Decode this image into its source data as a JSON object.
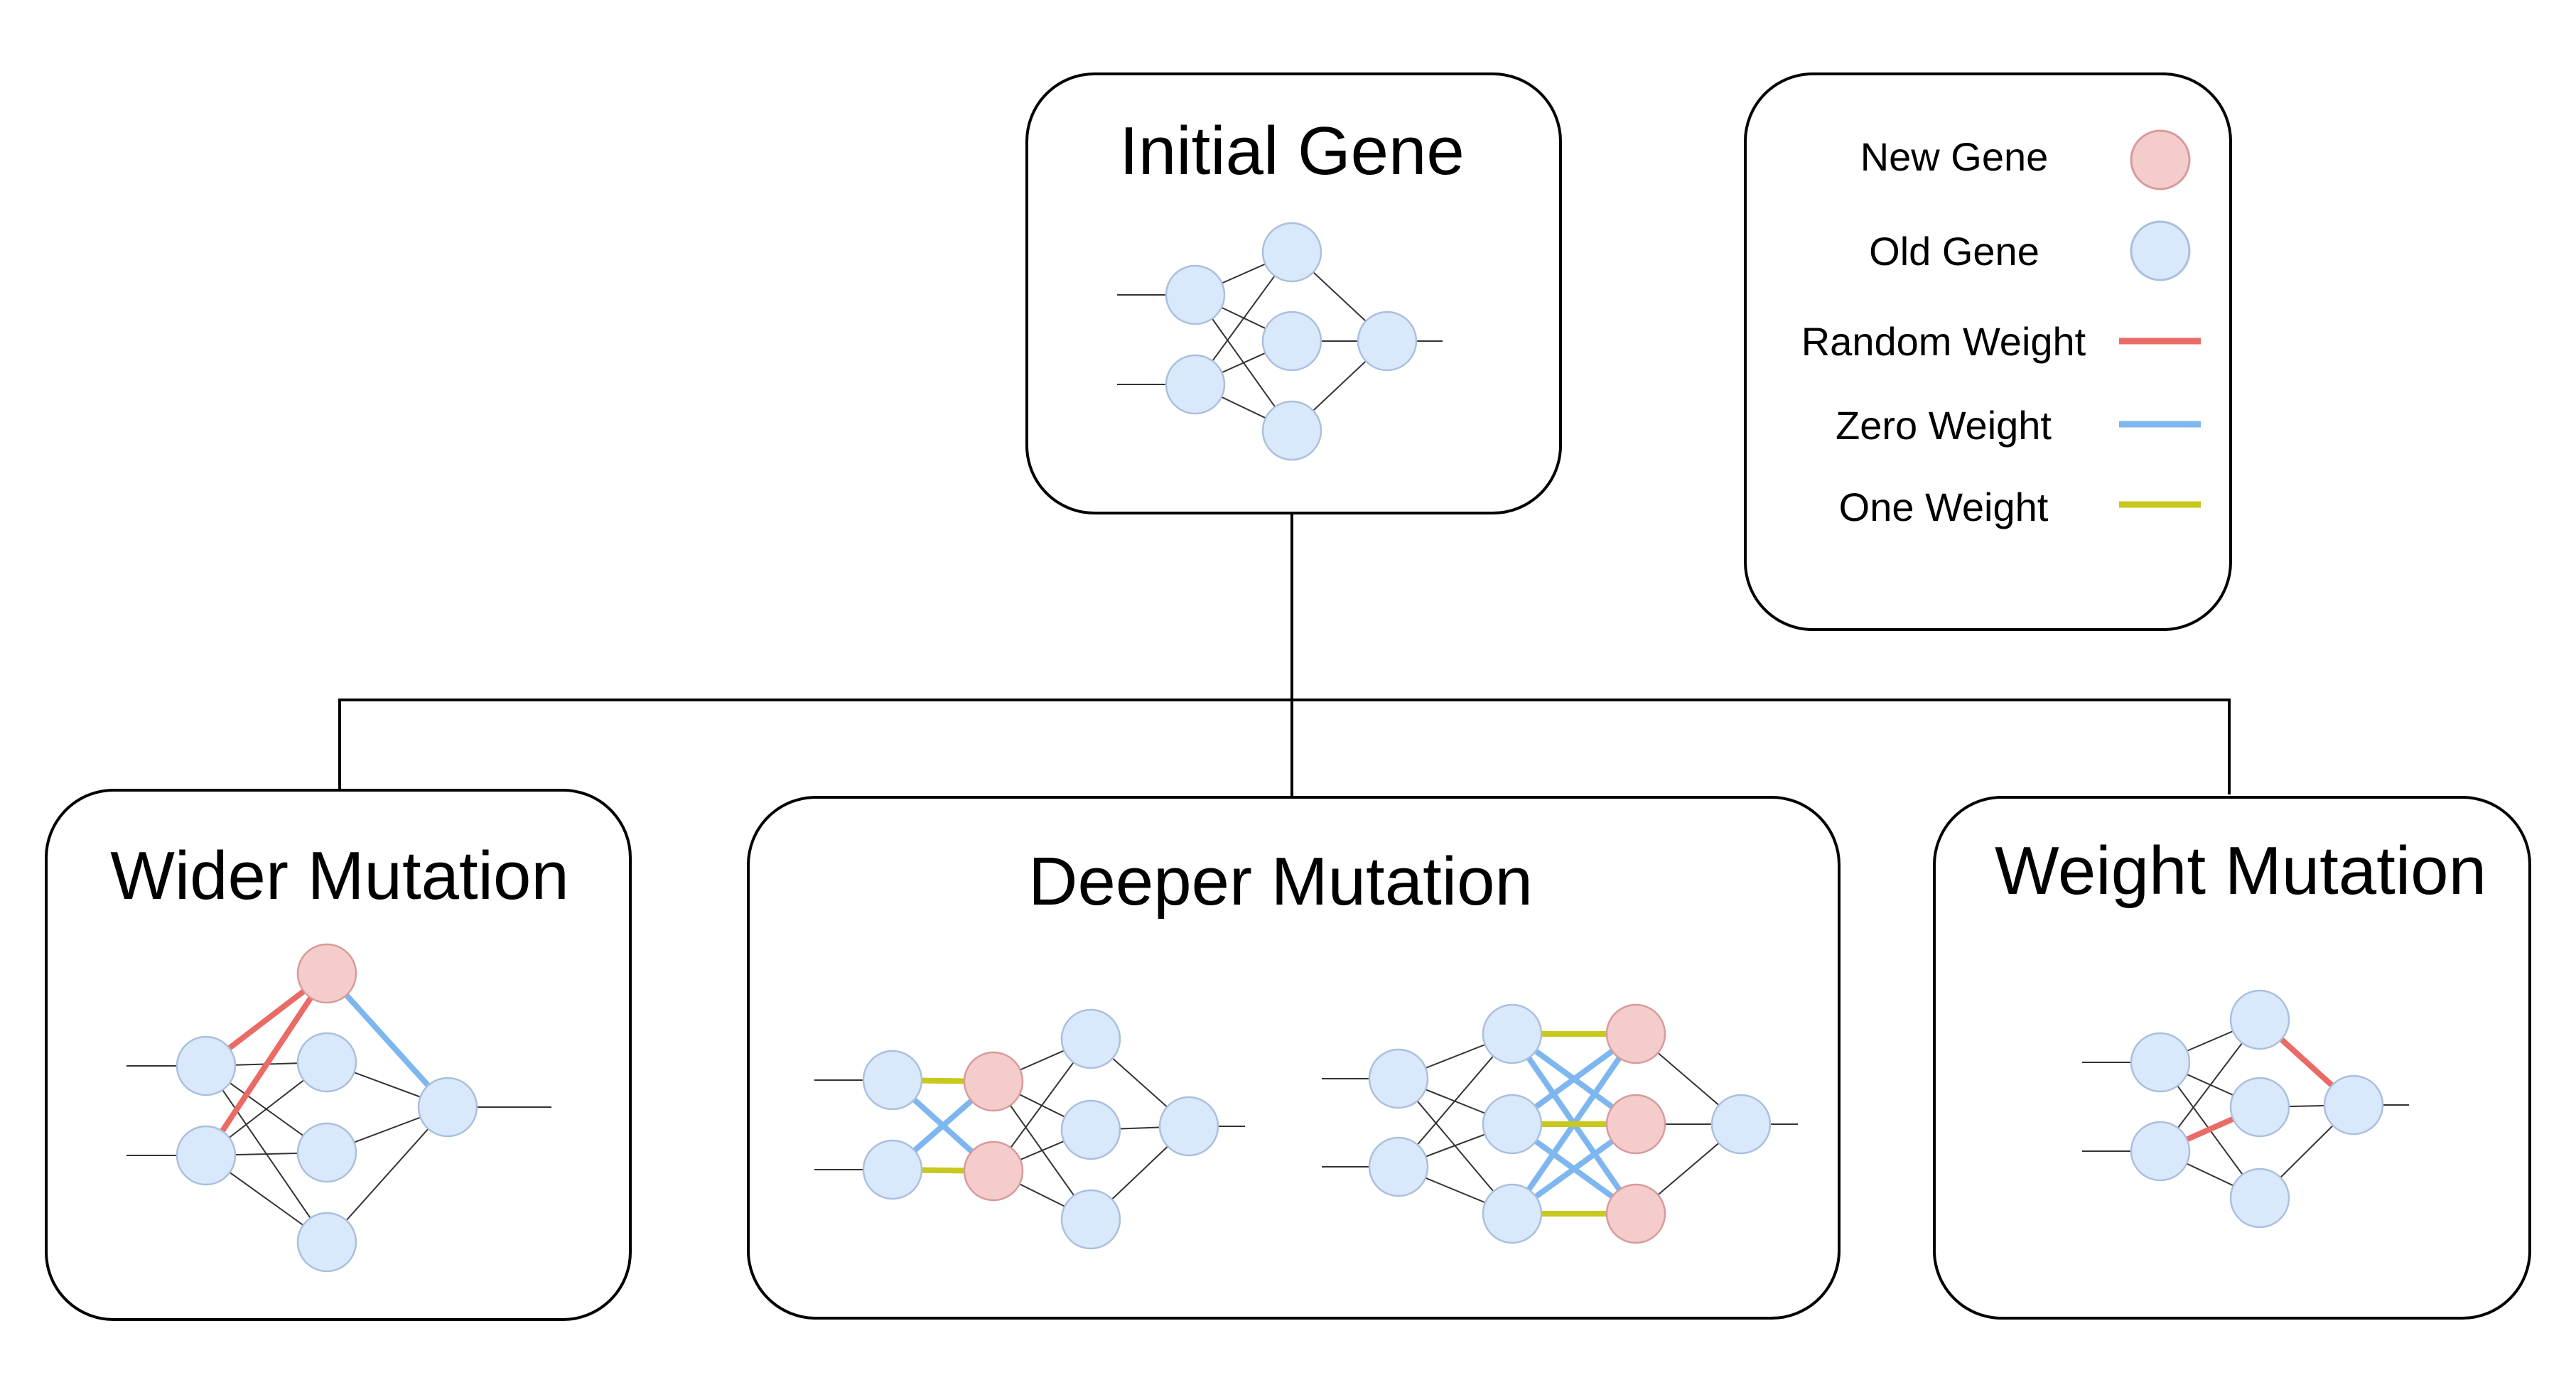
{
  "boxes": {
    "initial": {
      "title": "Initial Gene"
    },
    "wider": {
      "title": "Wider Mutation"
    },
    "deeper": {
      "title": "Deeper Mutation"
    },
    "weight": {
      "title": "Weight Mutation"
    }
  },
  "legend": {
    "new_gene": {
      "label": "New Gene",
      "color": "#f4cccc"
    },
    "old_gene": {
      "label": "Old Gene",
      "color": "#dae8fc"
    },
    "random_weight": {
      "label": "Random Weight",
      "color": "#ea6b66"
    },
    "zero_weight": {
      "label": "Zero Weight",
      "color": "#7eb6f0"
    },
    "one_weight": {
      "label": "One Weight",
      "color": "#c8c81e"
    }
  },
  "colors": {
    "old_node_fill": "#dae8fc",
    "old_node_stroke": "#a9c0dd",
    "new_node_fill": "#f4cccc",
    "new_node_stroke": "#d99a9a",
    "edge": "#333333",
    "random_weight": "#ea6b66",
    "zero_weight": "#7eb6f0",
    "one_weight": "#c8c81e"
  }
}
